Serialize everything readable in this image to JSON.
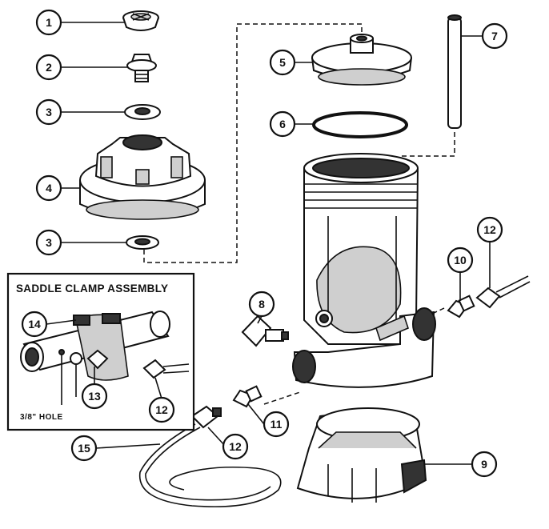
{
  "inset": {
    "title": "SADDLE CLAMP ASSEMBLY",
    "hole_label": "3/8\" HOLE"
  },
  "callouts": {
    "c1": "1",
    "c2": "2",
    "c3a": "3",
    "c4": "4",
    "c3b": "3",
    "c5": "5",
    "c6": "6",
    "c7": "7",
    "c8": "8",
    "c9": "9",
    "c10": "10",
    "c11": "11",
    "c12a": "12",
    "c12b": "12",
    "c12c": "12",
    "c13": "13",
    "c14": "14",
    "c15": "15"
  }
}
